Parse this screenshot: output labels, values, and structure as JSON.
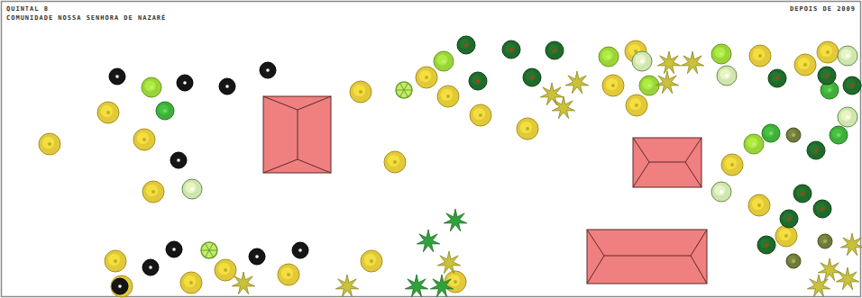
{
  "diagram": {
    "title": "QUINTAL 8",
    "labels": [
      "COMUNIDADE NOSSA SENHORA DE NAZARÉ",
      "DEPOIS DE 2009"
    ]
  }
}
